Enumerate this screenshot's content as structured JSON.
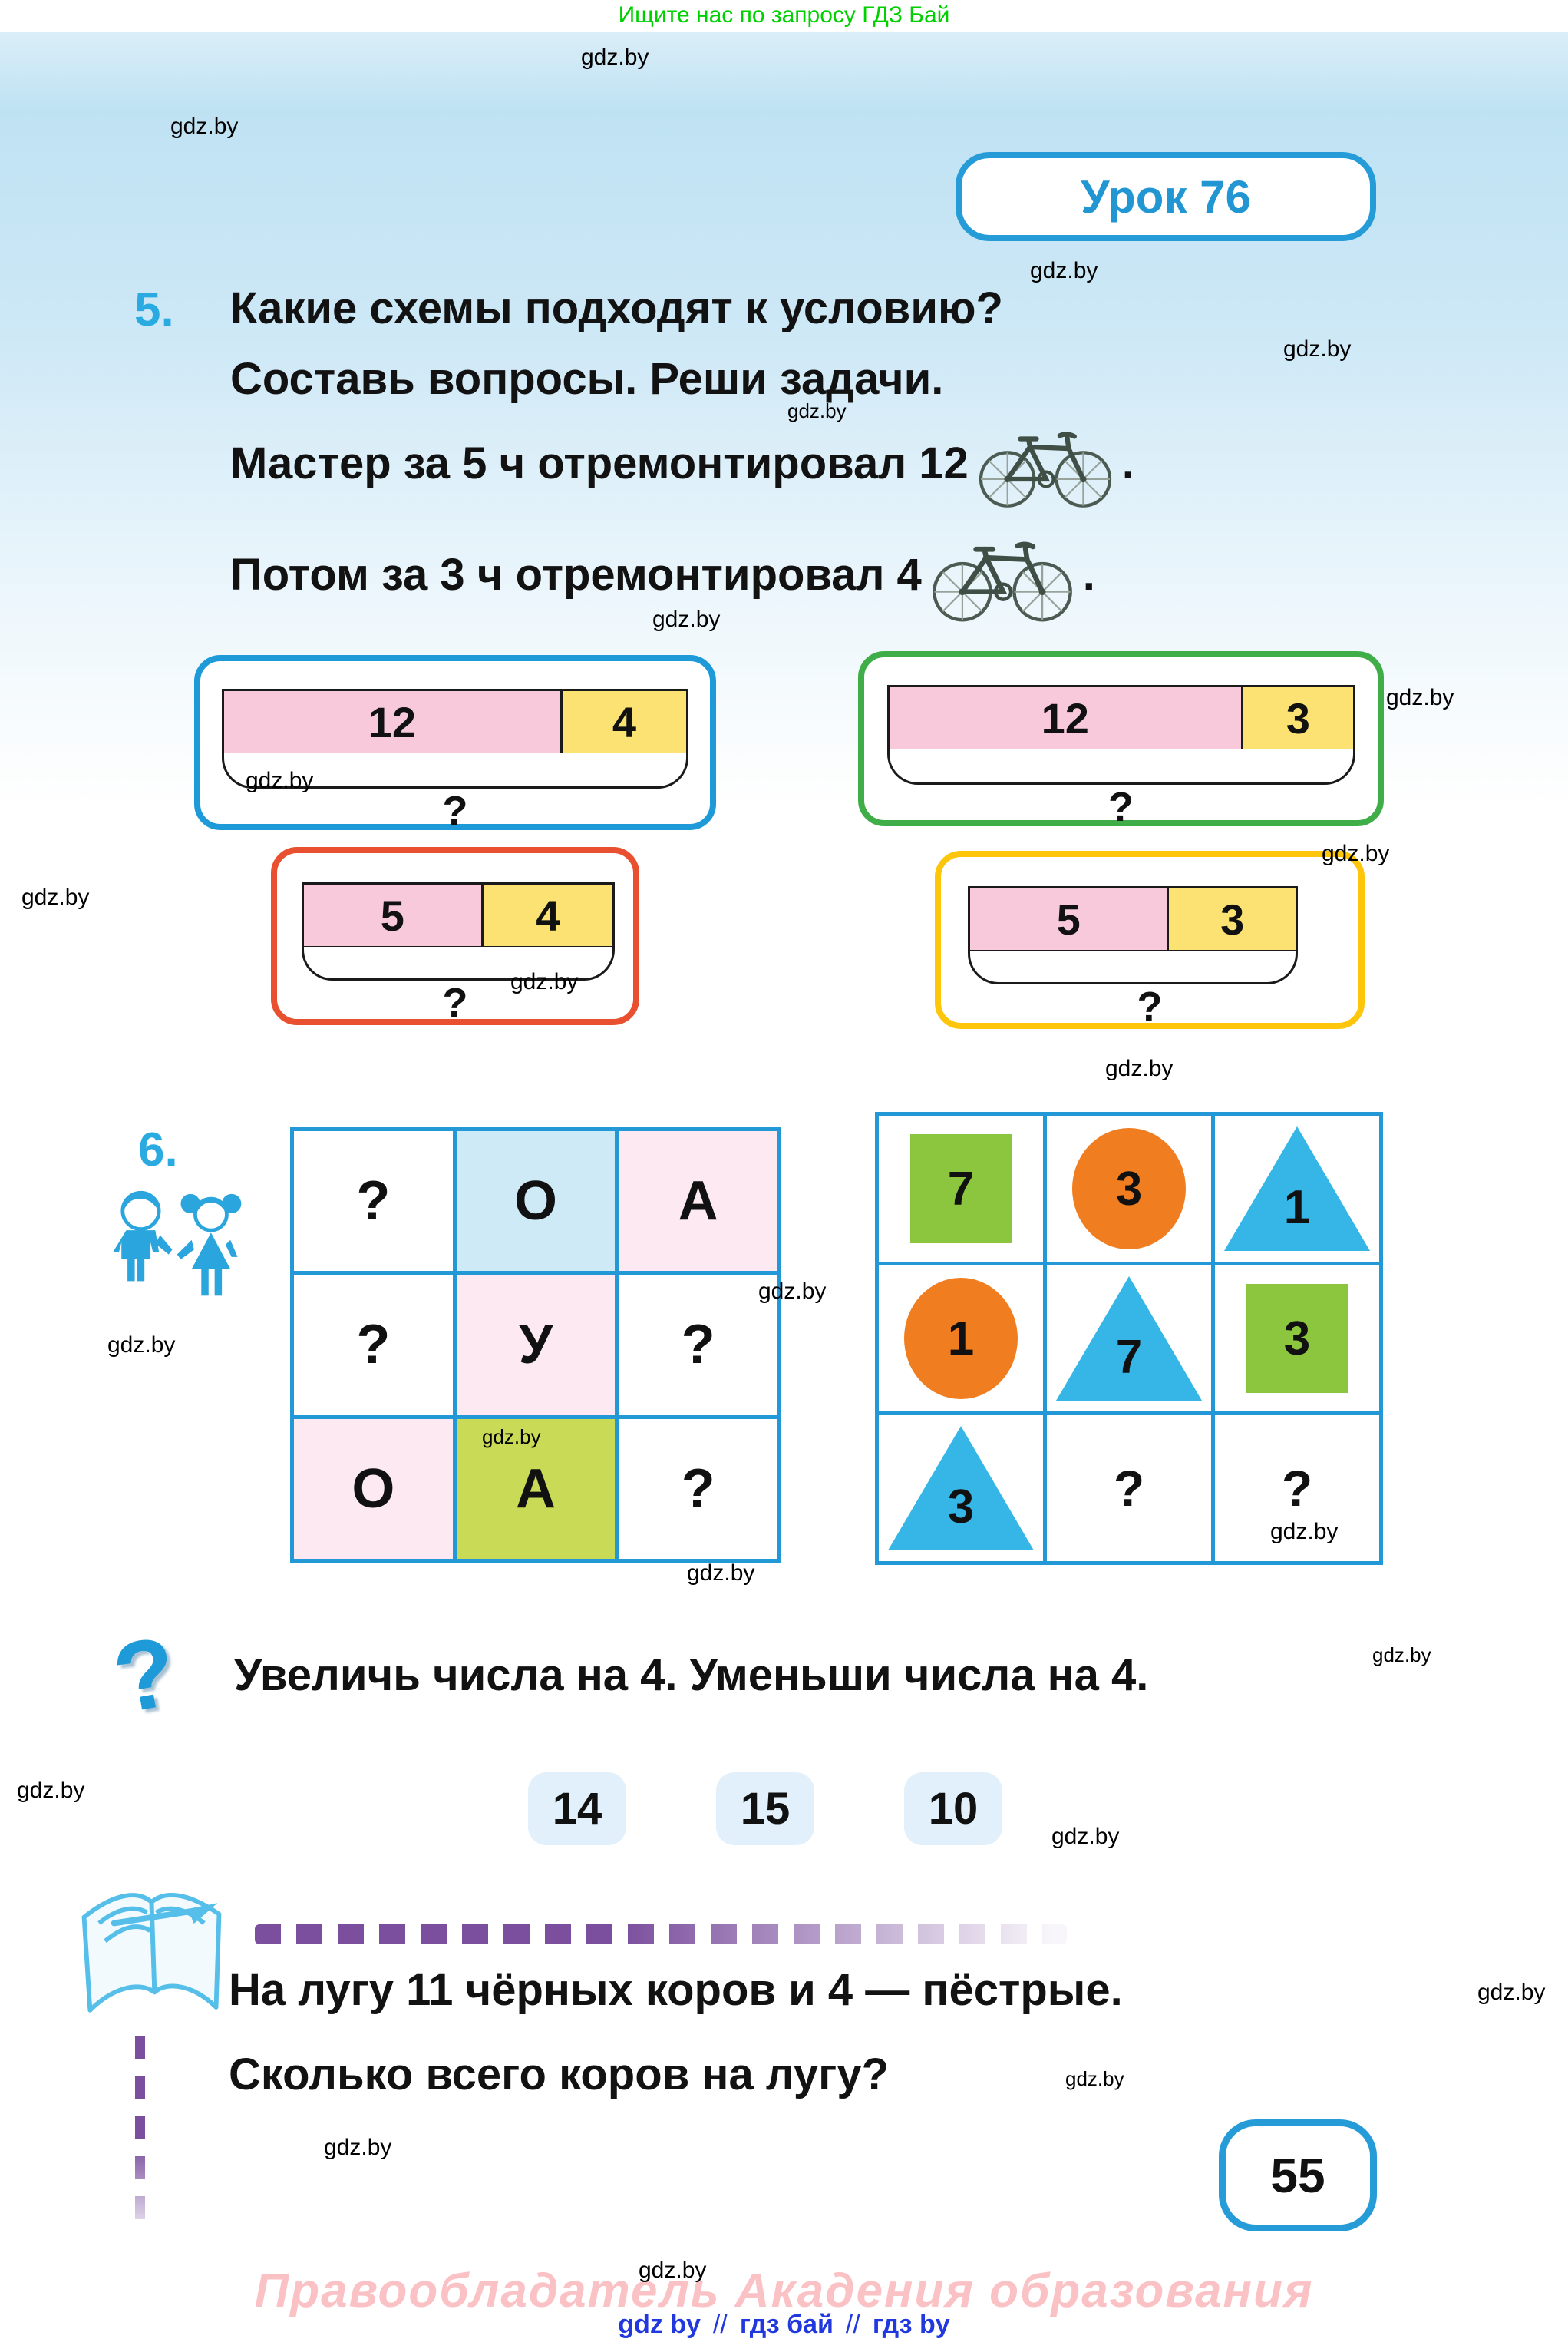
{
  "top_banner": {
    "text": "Ищите нас по запросу ГДЗ Бай"
  },
  "watermark": "gdz.by",
  "lesson_badge": "Урок 76",
  "problem5": {
    "number": "5.",
    "line1": "Какие схемы подходят к условию?",
    "line2": "Составь вопросы. Реши задачи.",
    "task1_text": "Мастер за 5 ч отремонтировал 12",
    "task2_text": "Потом за 3 ч отремонтировал 4",
    "sentence_end": ".",
    "schemas": [
      {
        "part1": "12",
        "part2": "4",
        "total": "?"
      },
      {
        "part1": "12",
        "part2": "3",
        "total": "?"
      },
      {
        "part1": "5",
        "part2": "4",
        "total": "?"
      },
      {
        "part1": "5",
        "part2": "3",
        "total": "?"
      }
    ]
  },
  "problem6": {
    "number": "6.",
    "letter_grid": [
      [
        "?",
        "О",
        "А"
      ],
      [
        "?",
        "У",
        "?"
      ],
      [
        "О",
        "А",
        "?"
      ]
    ],
    "shape_grid": [
      [
        {
          "shape": "square",
          "value": "7"
        },
        {
          "shape": "circle",
          "value": "3"
        },
        {
          "shape": "triangle",
          "value": "1"
        }
      ],
      [
        {
          "shape": "circle",
          "value": "1"
        },
        {
          "shape": "triangle",
          "value": "7"
        },
        {
          "shape": "square",
          "value": "3"
        }
      ],
      [
        {
          "shape": "triangle",
          "value": "3"
        },
        {
          "shape": "question",
          "value": "?"
        },
        {
          "shape": "question",
          "value": "?"
        }
      ]
    ]
  },
  "question_task": {
    "icon": "?",
    "text": "Увеличь числа на 4. Уменьши числа на 4.",
    "numbers": [
      "14",
      "15",
      "10"
    ]
  },
  "homework": {
    "line1": "На лугу 11 чёрных коров и 4 — пёстрые.",
    "line2": "Сколько всего коров на лугу?"
  },
  "page_number": "55",
  "footer": {
    "copyright": "Правообладатель Акадения образования",
    "separator": "//",
    "links": [
      "gdz by",
      "гдз бай",
      "гдз by"
    ]
  },
  "colors": {
    "accent_blue": "#259bd7",
    "pink_bar": "#f7c9da",
    "yellow_bar": "#fce273",
    "blue_border": "#1e9ad8",
    "green_border": "#3fae49",
    "red_border": "#e85030",
    "yellow_border": "#fdc60a",
    "cell_blue": "#cfeaf7",
    "cell_pink": "#fce9f2",
    "cell_green": "#c9da56",
    "square_green": "#8cc63e",
    "circle_orange": "#f07d20",
    "triangle_blue": "#35b6e7",
    "banner_green": "#00cf00",
    "footer_pink": "#fbc2c6",
    "link_blue": "#2038dd",
    "dash_purple": "#7b4f9d"
  }
}
